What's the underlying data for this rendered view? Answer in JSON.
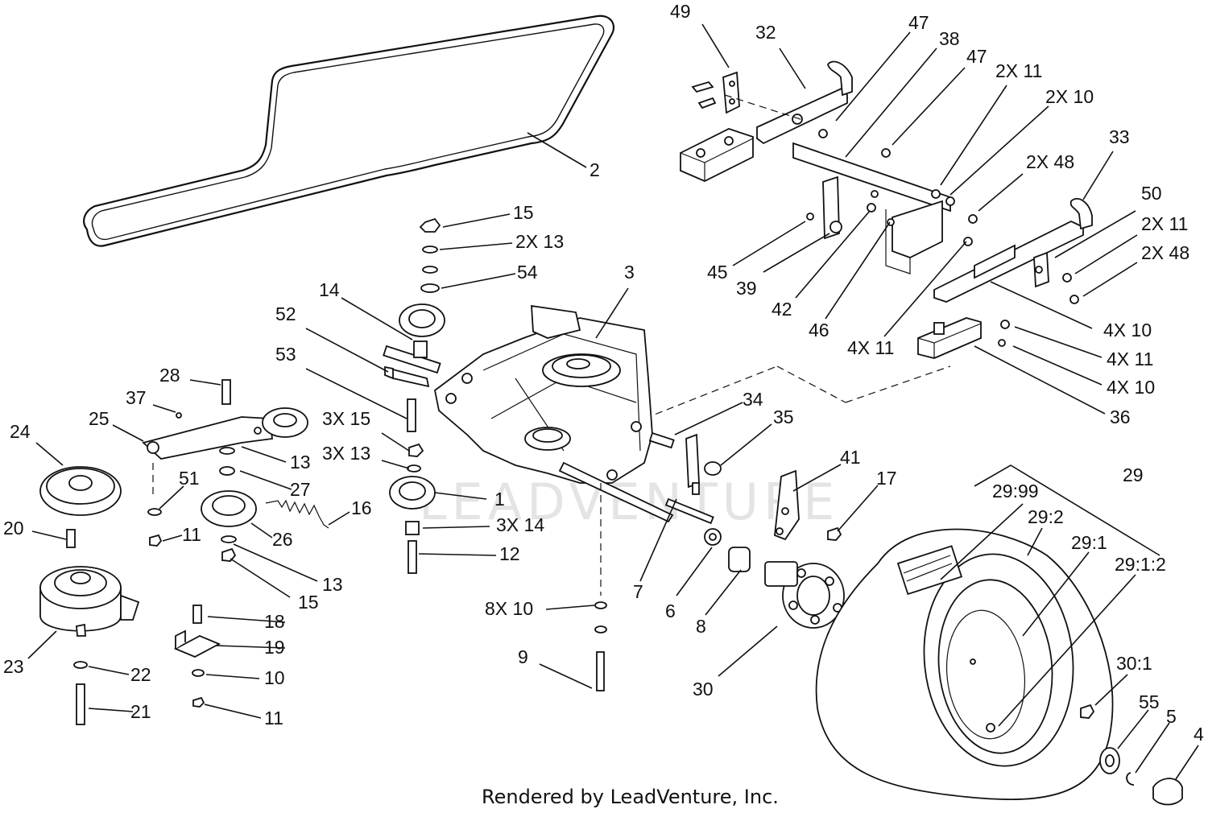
{
  "diagram": {
    "watermark_text": "LEADVENTURE",
    "credit": "Rendered by LeadVenture, Inc.",
    "callouts": {
      "c49": "49",
      "c32": "32",
      "c47a": "47",
      "c38": "38",
      "c47b": "47",
      "c2x11a": "2X 11",
      "c2x10": "2X 10",
      "c2x48a": "2X 48",
      "c33": "33",
      "c50": "50",
      "c2x11b": "2X 11",
      "c2x48b": "2X 48",
      "c45": "45",
      "c39": "39",
      "c42": "42",
      "c46": "46",
      "c4x11a": "4X 11",
      "c4x10a": "4X 10",
      "c4x11b": "4X 11",
      "c4x10b": "4X 10",
      "c36": "36",
      "c2": "2",
      "c15a": "15",
      "c2x13": "2X 13",
      "c54": "54",
      "c3": "3",
      "c14": "14",
      "c52": "52",
      "c53": "53",
      "c28": "28",
      "c37": "37",
      "c25": "25",
      "c3x15": "3X 15",
      "c3x13": "3X 13",
      "c24": "24",
      "c13a": "13",
      "c27": "27",
      "c51": "51",
      "c20": "20",
      "c11a": "11",
      "c26": "26",
      "c16": "16",
      "c1": "1",
      "c3x14": "3X 14",
      "c12": "12",
      "c13b": "13",
      "c15b": "15",
      "c34": "34",
      "c35": "35",
      "c41": "41",
      "c17": "17",
      "c29": "29",
      "c2999": "29:99",
      "c292": "29:2",
      "c291": "29:1",
      "c2912": "29:1:2",
      "c7": "7",
      "c6": "6",
      "c8": "8",
      "c8x10": "8X 10",
      "c9": "9",
      "c30": "30",
      "c18": "18",
      "c19": "19",
      "c10": "10",
      "c11b": "11",
      "c23": "23",
      "c22": "22",
      "c21": "21",
      "c301": "30:1",
      "c55": "55",
      "c5": "5",
      "c4": "4"
    }
  }
}
